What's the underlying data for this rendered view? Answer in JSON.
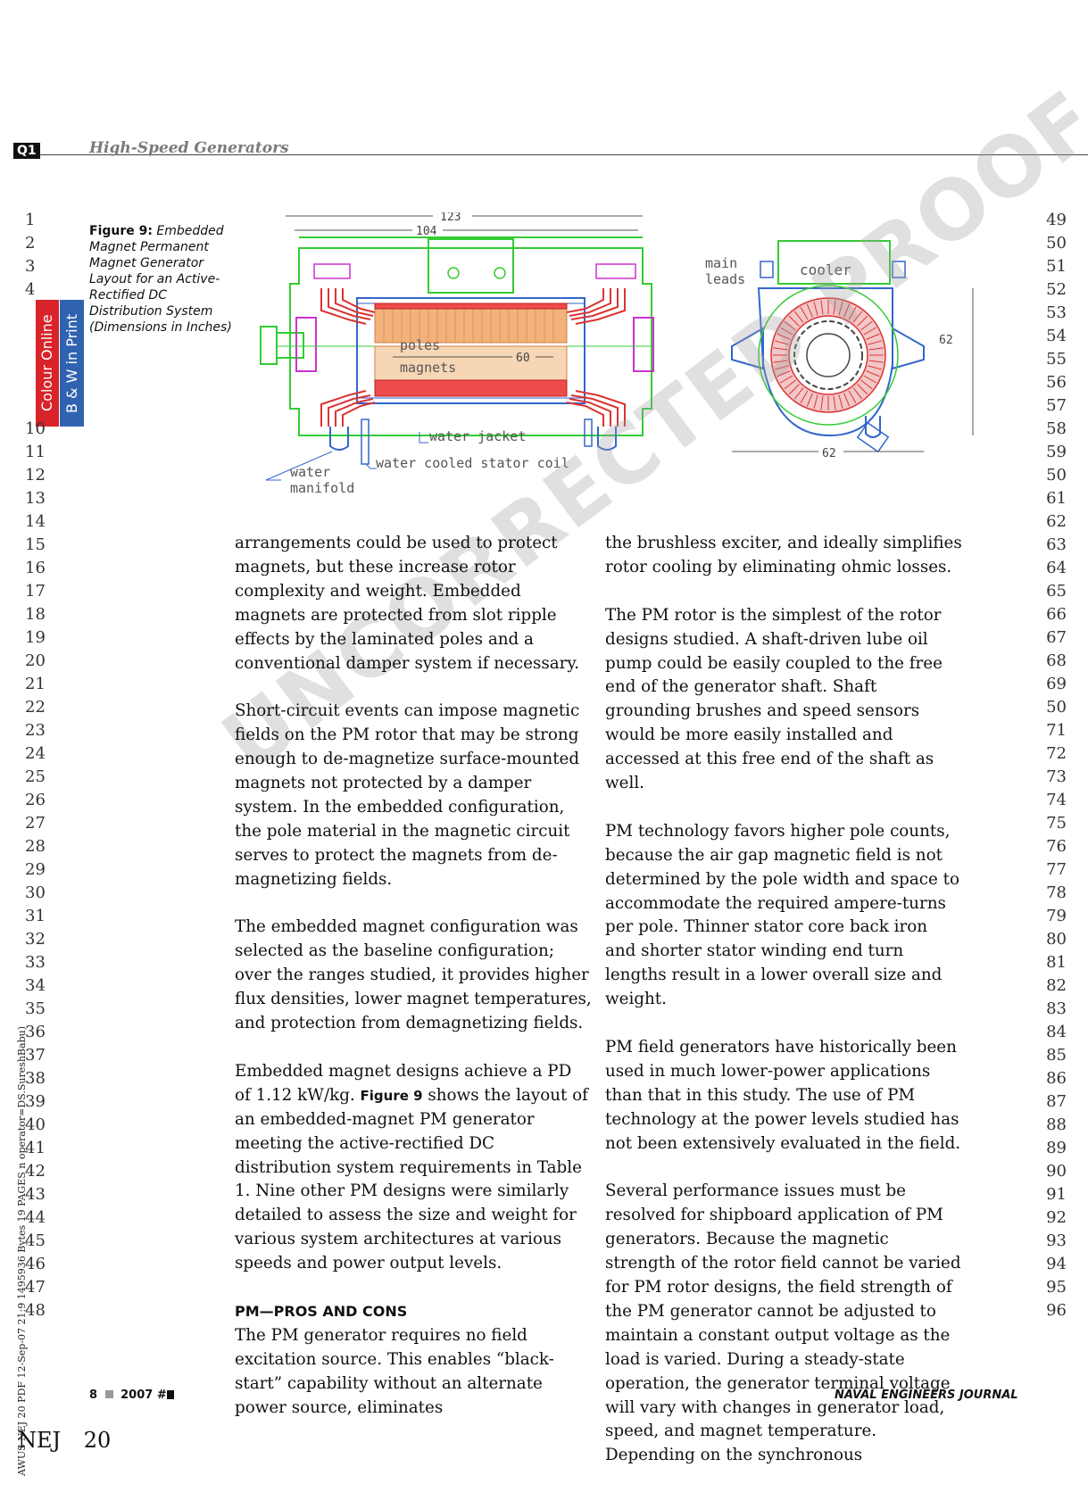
{
  "header": {
    "q1_tag": "Q1",
    "running_head": "High-Speed Generators"
  },
  "sidebar": {
    "colour_online": "Colour Online",
    "bw_in_print": "B & W in Print",
    "slug": "AWUS NEJ 20 PDF 12-Sep-07 21:9 1495936 Bytes 19 PAGES n operator=DS.SureshBabu)"
  },
  "line_numbers_left": [
    "1",
    "2",
    "3",
    "4",
    "10",
    "11",
    "12",
    "13",
    "14",
    "15",
    "16",
    "17",
    "18",
    "19",
    "20",
    "21",
    "22",
    "23",
    "24",
    "25",
    "26",
    "27",
    "28",
    "29",
    "30",
    "31",
    "32",
    "33",
    "34",
    "35",
    "36",
    "37",
    "38",
    "39",
    "40",
    "41",
    "42",
    "43",
    "44",
    "45",
    "46",
    "47",
    "48"
  ],
  "line_numbers_right": [
    "49",
    "50",
    "51",
    "52",
    "53",
    "54",
    "55",
    "56",
    "57",
    "58",
    "59",
    "50",
    "61",
    "62",
    "63",
    "64",
    "65",
    "66",
    "67",
    "68",
    "69",
    "50",
    "71",
    "72",
    "73",
    "74",
    "75",
    "76",
    "77",
    "78",
    "79",
    "80",
    "81",
    "82",
    "83",
    "84",
    "85",
    "86",
    "87",
    "88",
    "89",
    "90",
    "91",
    "92",
    "93",
    "94",
    "95",
    "96"
  ],
  "figure": {
    "label": "Figure 9:",
    "caption": "Embedded Magnet Permanent Magnet Generator Layout for an Active-Rectified DC Distribution System (Dimensions in Inches)",
    "labels": {
      "dim_123": "123",
      "dim_104": "104",
      "dim_60": "60",
      "dim_62_vertical": "62",
      "dim_62_horizontal": "62",
      "poles": "poles",
      "magnets": "magnets",
      "water_jacket": "water jacket",
      "water_cooled_stator_coil": "water cooled stator coil",
      "water": "water",
      "manifold": "manifold",
      "main": "main",
      "leads": "leads",
      "cooler": "cooler"
    }
  },
  "watermark": "UNCORRECTED PROOF",
  "column_left": {
    "p1": "arrangements could be used to protect magnets, but these increase rotor complexity and weight. Embedded magnets are protected from slot ripple effects by the laminated poles and a conventional damper system if necessary.",
    "p2": "Short-circuit events can impose magnetic fields on the PM rotor that may be strong enough to de-magnetize surface-mounted magnets not protected by a damper system. In the embedded configuration, the pole material in the magnetic circuit serves to protect the magnets from de-magnetizing fields.",
    "p3": "The embedded magnet configuration was selected as the baseline configuration; over the ranges studied, it provides higher flux densities, lower magnet temperatures, and protection from demagnetizing fields.",
    "p4_a": "Embedded magnet designs achieve a PD of 1.12 kW/kg. ",
    "p4_ref": "Figure 9",
    "p4_b": " shows the layout of an embedded-magnet PM generator meeting the active-rectified DC distribution system requirements in Table 1. Nine other PM designs were similarly detailed to assess the size and weight for various system architectures at various speeds and power output levels.",
    "heading": "PM—PROS AND CONS",
    "p5": "The PM generator requires no field excitation source. This enables “black-start” capability without an alternate power source, eliminates"
  },
  "column_right": {
    "p1": "the brushless exciter, and ideally simplifies rotor cooling by eliminating ohmic losses.",
    "p2": "The PM rotor is the simplest of the rotor designs studied. A shaft-driven lube oil pump could be easily coupled to the free end of the generator shaft. Shaft grounding brushes and speed sensors would be more easily installed and accessed at this free end of the shaft as well.",
    "p3": "PM technology favors higher pole counts, because the air gap magnetic field is not determined by the pole width and space to accommodate the required ampere-turns per pole. Thinner stator core back iron and shorter stator winding end turn lengths result in a lower overall size and weight.",
    "p4": "PM field generators have historically been used in much lower-power applications than that in this study. The use of PM technology at the power levels studied has not been extensively evaluated in the field.",
    "p5": "Several performance issues must be resolved for shipboard application of PM generators. Because the magnetic strength of the rotor field cannot be varied for PM rotor designs, the field strength of the PM generator cannot be adjusted to maintain a constant output voltage as the load is varied. During a steady-state operation, the generator terminal voltage will vary with changes in generator load, speed, and magnet temperature. Depending on the synchronous"
  },
  "footer": {
    "page_number": "8",
    "issue": "2007 #",
    "journal": "NAVAL ENGINEERS JOURNAL",
    "nej": "NEJ",
    "nej_number": "20"
  }
}
